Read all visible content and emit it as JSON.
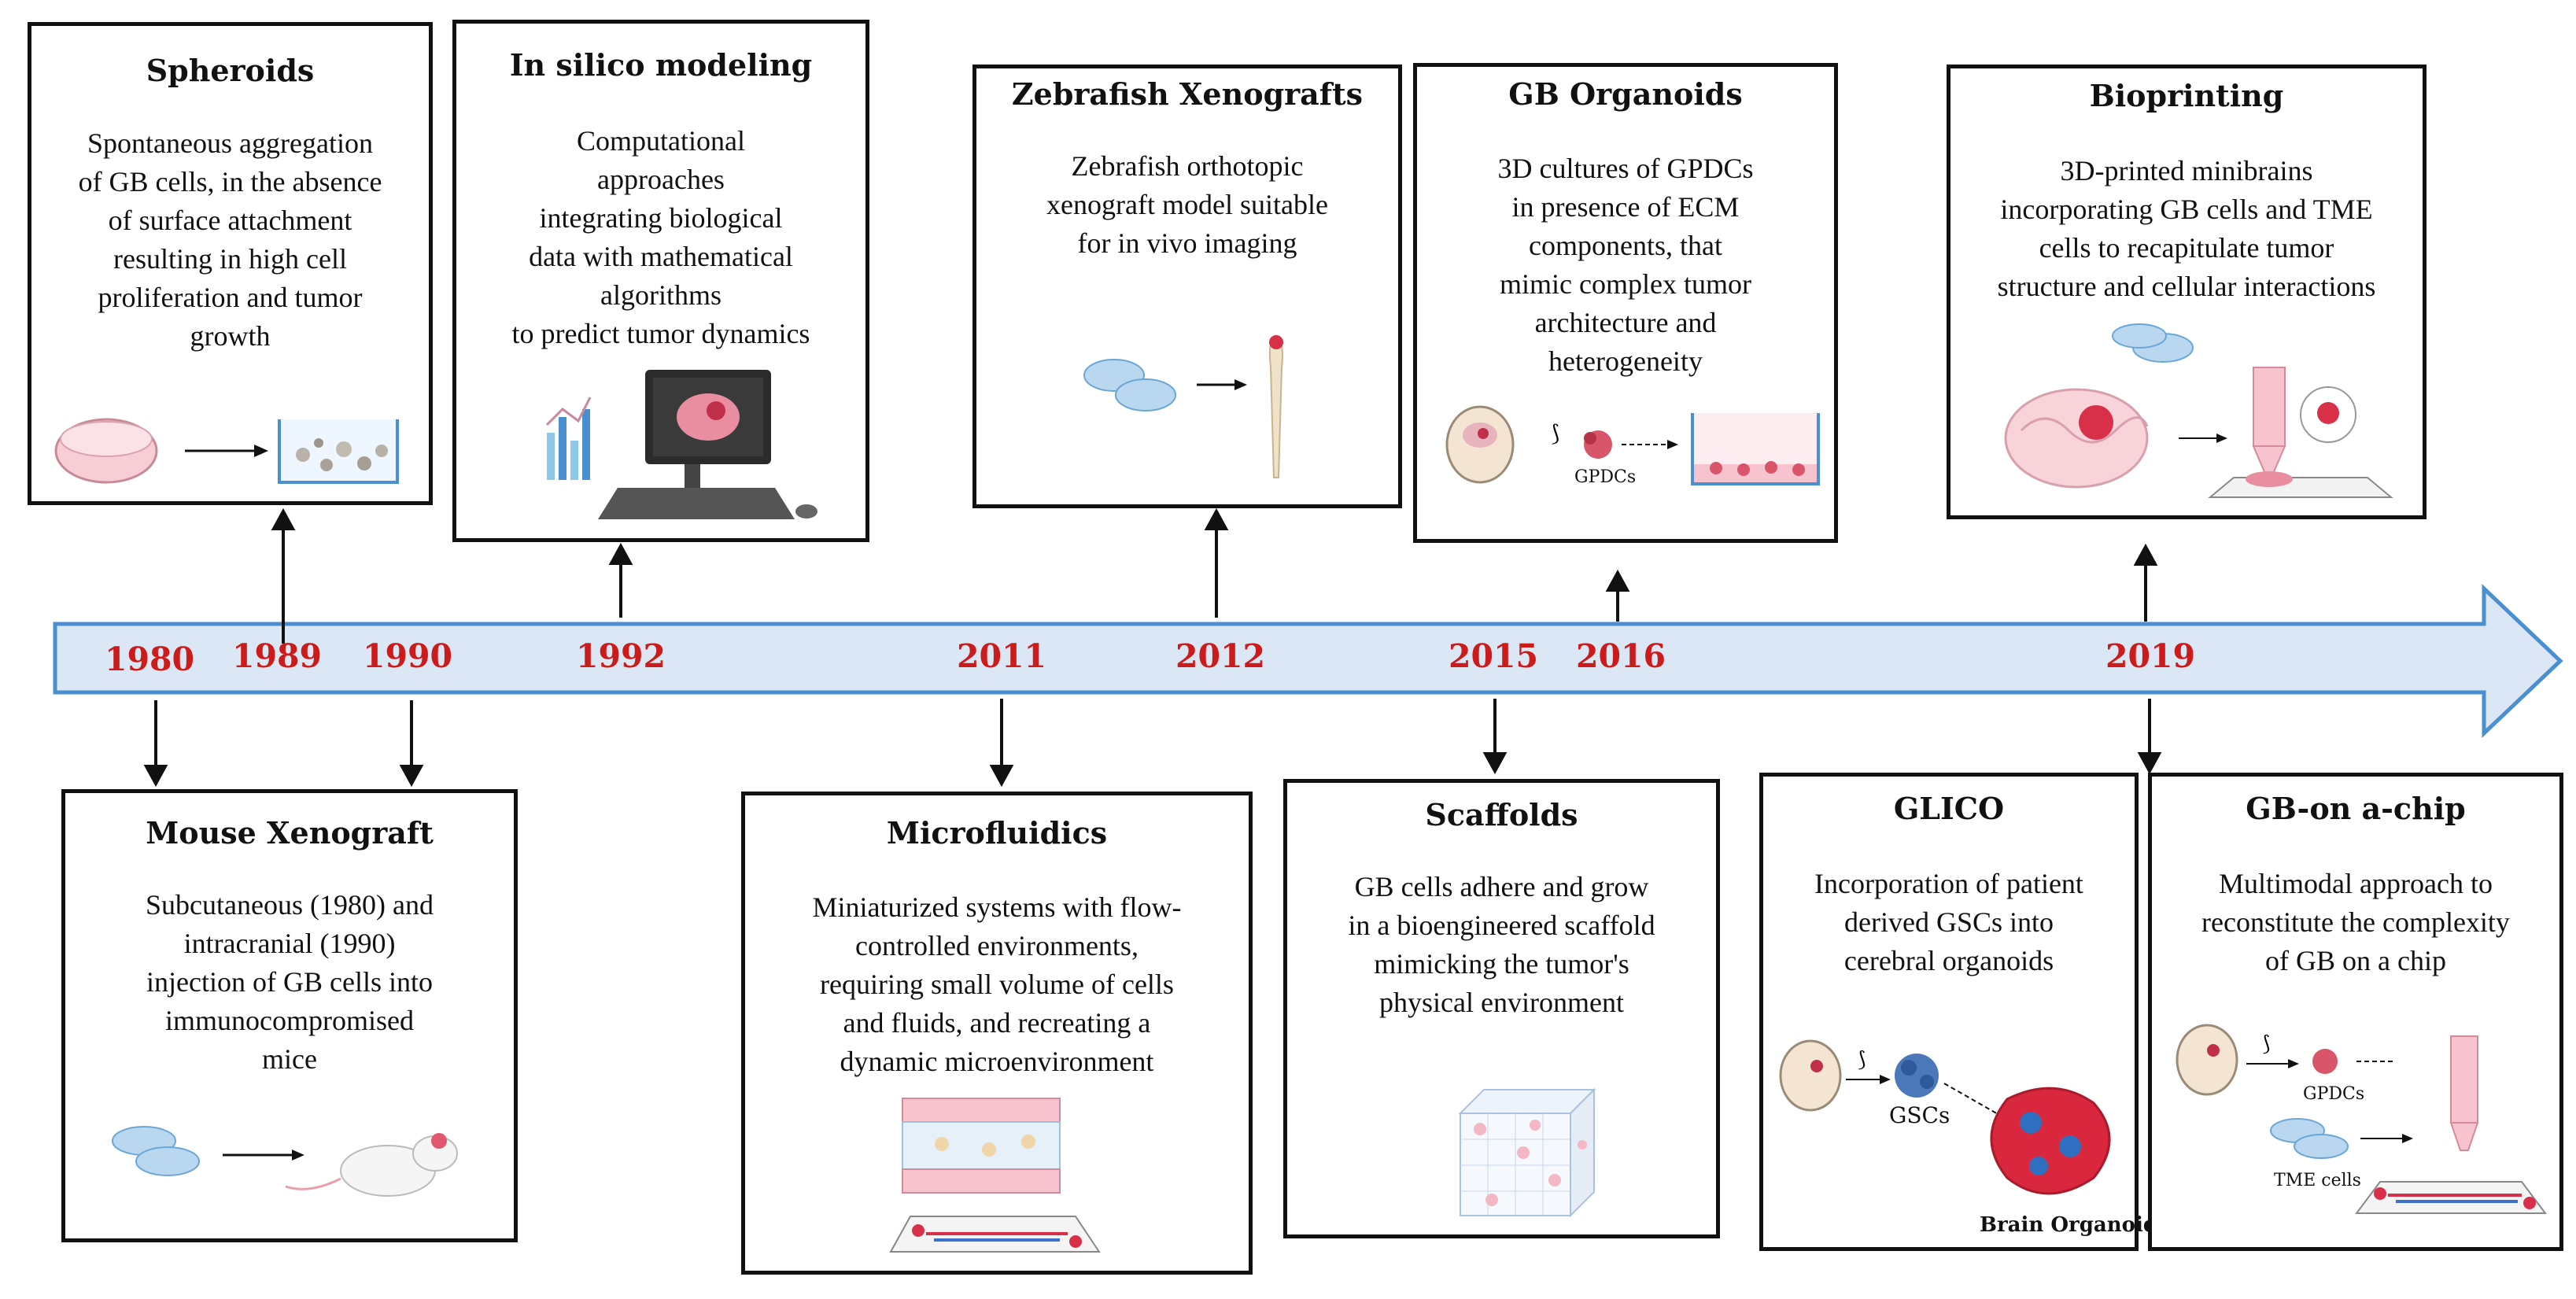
{
  "timeline": {
    "years": [
      "1980",
      "1989",
      "1990",
      "1992",
      "2011",
      "2012",
      "2015",
      "2016",
      "2019"
    ]
  },
  "panels": {
    "spheroids": {
      "title": "Spheroids",
      "text": "Spontaneous aggregation\nof GB cells, in the absence\nof surface attachment\nresulting in high cell\nproliferation and tumor\ngrowth"
    },
    "in_silico": {
      "title": "In silico modeling",
      "text": "Computational\napproaches\nintegrating biological\ndata with mathematical\nalgorithms\nto predict tumor dynamics"
    },
    "zebrafish": {
      "title": "Zebrafish Xenografts",
      "text": "Zebrafish orthotopic\nxenograft model suitable\nfor in vivo imaging"
    },
    "gb_organoids": {
      "title": "GB Organoids",
      "text": "3D cultures of GPDCs\nin presence of ECM\ncomponents,  that\nmimic complex tumor\narchitecture and\nheterogeneity",
      "label_gpdcs": "GPDCs"
    },
    "bioprinting": {
      "title": "Bioprinting",
      "text": "3D-printed minibrains\nincorporating GB cells and TME\ncells to recapitulate tumor\nstructure and cellular interactions"
    },
    "mouse": {
      "title": "Mouse Xenograft",
      "text": "Subcutaneous  (1980) and\nintracranial (1990)\ninjection of GB cells into\nimmunocompromised\nmice"
    },
    "microfluidics": {
      "title": "Microfluidics",
      "text": "Miniaturized systems with flow-\ncontrolled environments,\nrequiring small volume of cells\nand fluids, and recreating a\ndynamic microenvironment"
    },
    "scaffolds": {
      "title": "Scaffolds",
      "text": "GB cells adhere and grow\nin a bioengineered scaffold\nmimicking the tumor's\nphysical environment"
    },
    "glico": {
      "title": "GLICO",
      "text": "Incorporation of patient\nderived GSCs into\ncerebral organoids",
      "label_gscs": "GSCs",
      "label_organoid": "Brain Organoid"
    },
    "chip": {
      "title": "GB-on a-chip",
      "text": "Multimodal approach to\nreconstitute the complexity\nof GB on a chip",
      "label_gpdcs": "GPDCs",
      "label_tme": "TME cells"
    }
  },
  "colors": {
    "arrow_fill": "#dbe7f4",
    "arrow_stroke": "#4a8fd0",
    "year_red": "#cc1b1b"
  }
}
